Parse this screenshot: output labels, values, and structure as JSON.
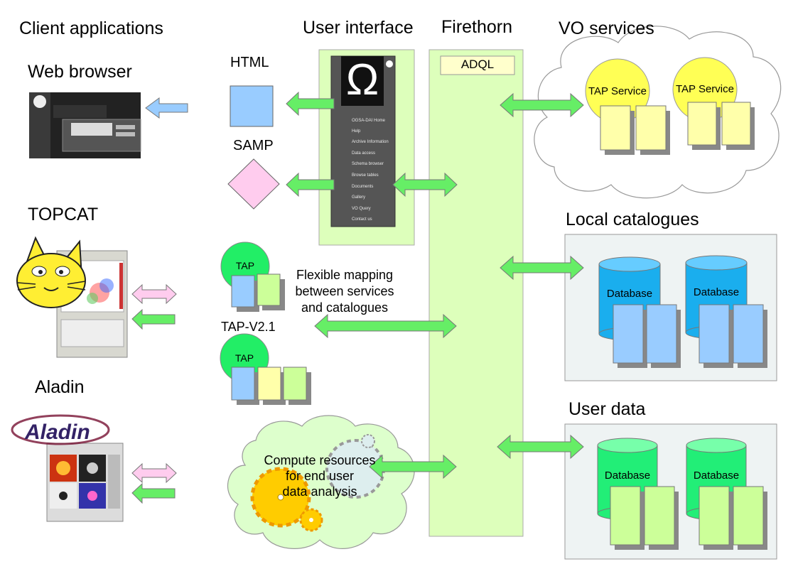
{
  "columns": {
    "client_applications": "Client applications",
    "user_interface": "User interface",
    "firethorn": "Firethorn",
    "vo_services": "VO services"
  },
  "clients": {
    "web_browser": "Web browser",
    "topcat": "TOPCAT",
    "aladin": "Aladin"
  },
  "ui": {
    "html": "HTML",
    "samp": "SAMP",
    "menu": [
      "OGSA-DAI Home",
      "Help",
      "Archive Information",
      "Data access",
      "Schema browser",
      "Browse tables",
      "Documents",
      "Gallery",
      "VO Query",
      "Contact us"
    ]
  },
  "firethorn": {
    "adql": "ADQL"
  },
  "tap": {
    "tap_label": "TAP",
    "tap_v21": "TAP-V2.1",
    "mapping_line1": "Flexible mapping",
    "mapping_line2": "between services",
    "mapping_line3": "and catalogues"
  },
  "compute": {
    "line1": "Compute resources",
    "line2": "for end user",
    "line3": "data analysis"
  },
  "vo": {
    "tap_service": "TAP Service"
  },
  "local": {
    "title": "Local catalogues",
    "database": "Database"
  },
  "user_data": {
    "title": "User data",
    "database": "Database"
  },
  "colors": {
    "arrow_green": "#66ee66",
    "firethorn_fill": "#ddffbb",
    "db_blue": "#1aaeee",
    "db_green": "#22ee77",
    "tap_circle": "#22ee66",
    "vo_circle": "#ffff55",
    "cloud_fill": "#ddffcc"
  }
}
